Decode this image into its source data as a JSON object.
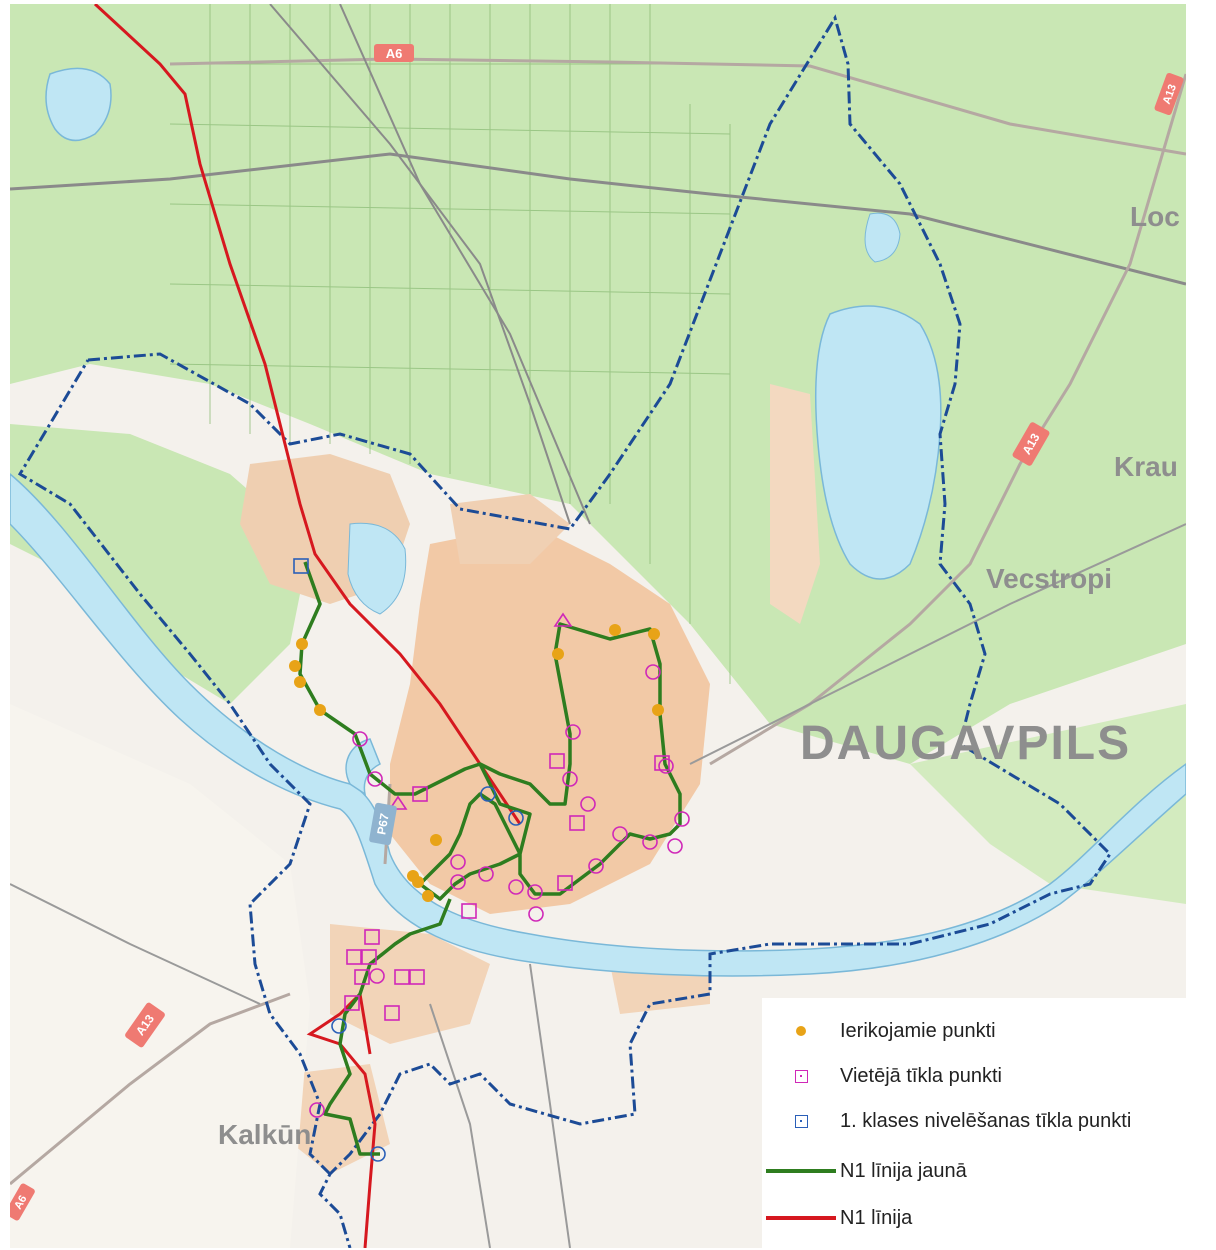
{
  "map": {
    "labels": {
      "road_a6": "A6",
      "road_a13_top": "A13",
      "road_a13_mid": "A13",
      "road_a13_sw": "A13",
      "road_p67": "P67",
      "road_a6_sw": "A6",
      "city": "DAUGAVPILS",
      "vecstropi": "Vecstropi",
      "kalkuni": "Kalkūn",
      "krauja": "Krau",
      "loc": "Loc"
    },
    "colors": {
      "forest": "#c9e7b4",
      "urban": "#f2c9a6",
      "water": "#bfe6f4",
      "river_bank": "#7ab8d8",
      "boundary": "#1c4b96",
      "route_new": "#2e7d1f",
      "route_old": "#d6181f",
      "new_points": "#e8a317",
      "local_points": "#d028b8",
      "class1_points": "#2a5fb8",
      "road_badge": "#ef7a72"
    }
  },
  "legend": {
    "items": [
      {
        "label": "Ierikojamie punkti",
        "symbol": "orange-dot"
      },
      {
        "label": "Vietējā tīkla punkti",
        "symbol": "magenta-square"
      },
      {
        "label": "1. klases nivelēšanas tīkla punkti",
        "symbol": "blue-square"
      },
      {
        "label": "N1 līnija jaunā",
        "symbol": "green-line"
      },
      {
        "label": "N1 līnija",
        "symbol": "red-line"
      }
    ]
  }
}
